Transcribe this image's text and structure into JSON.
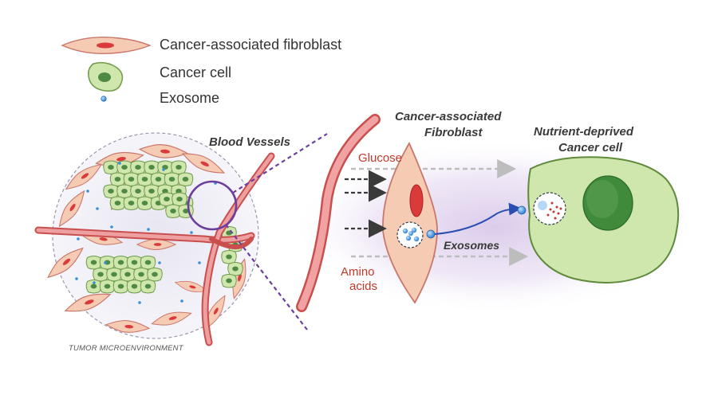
{
  "legend": {
    "items": [
      {
        "label": "Cancer-associated fibroblast",
        "icon": "fibroblast-icon"
      },
      {
        "label": "Cancer cell",
        "icon": "cancer-cell-icon"
      },
      {
        "label": "Exosome",
        "icon": "exosome-icon"
      }
    ]
  },
  "left_panel": {
    "blood_vessels_label": "Blood Vessels",
    "caption": "TUMOR MICROENVIRONMENT"
  },
  "right_panel": {
    "caf_title_line1": "Cancer-associated",
    "caf_title_line2": "Fibroblast",
    "nutrient_title_line1": "Nutrient-deprived",
    "nutrient_title_line2": "Cancer cell",
    "glucose_label": "Glucose",
    "amino_label_line1": "Amino",
    "amino_label_line2": "acids",
    "exosomes_label": "Exosomes"
  },
  "colors": {
    "fibroblast_fill": "#f6cbb4",
    "fibroblast_stroke": "#c9776b",
    "nucleus_red": "#d93a3a",
    "cancer_fill": "#cfe6ad",
    "cancer_stroke": "#6f9a4c",
    "cancer_nucleus": "#4f8a45",
    "vessel": "#e67d7d",
    "exosome": "#3a8fd8",
    "purple": "#6c3f9e",
    "glow": "#e3d6ef"
  }
}
